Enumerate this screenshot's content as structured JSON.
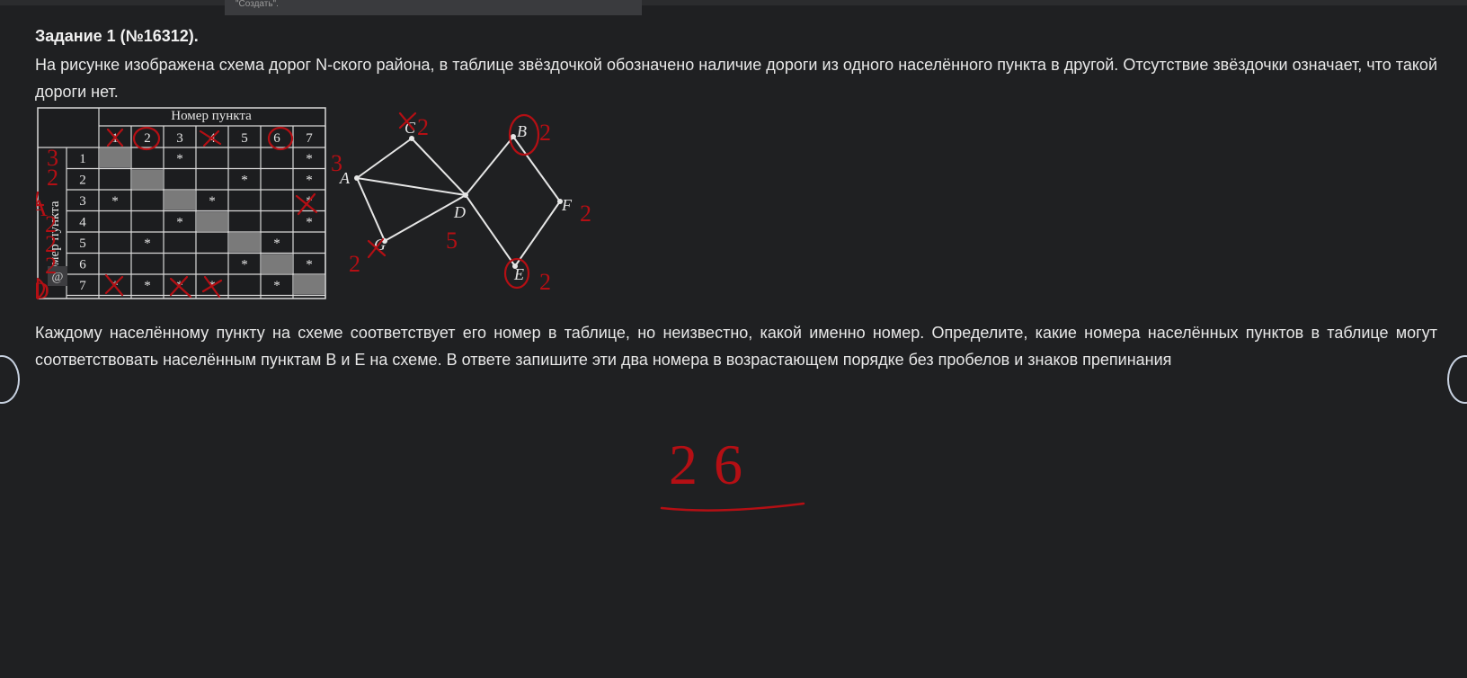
{
  "top_tooltip": "\"Создать\".",
  "task": {
    "title": "Задание 1 (№16312).",
    "intro": "На рисунке изображена схема дорог N-ского района, в таблице звёздочкой обозначено наличие дороги из одного населённого пункта в другой. Отсутствие звёздочки означает, что такой дороги нет.",
    "question": "Каждому населённому пункту на схеме соответствует его номер в таблице, но неизвестно, какой именно номер. Определите, какие номера населённых пунктов в таблице могут соответствовать населённым пунктам В и Е на схеме. В ответе запишите эти два номера в возрастающем порядке без пробелов и знаков препинания"
  },
  "table": {
    "col_header": "Номер пункта",
    "row_header": "Номер пункта",
    "watermark": "@",
    "numbers": [
      "1",
      "2",
      "3",
      "4",
      "5",
      "6",
      "7"
    ],
    "cells": [
      [
        "",
        "",
        "*",
        "",
        "",
        "",
        "*"
      ],
      [
        "",
        "",
        "",
        "",
        "*",
        "",
        "*"
      ],
      [
        "*",
        "",
        "",
        "*",
        "",
        "",
        "*"
      ],
      [
        "",
        "",
        "*",
        "",
        "",
        "",
        "*"
      ],
      [
        "",
        "*",
        "",
        "",
        "",
        "*",
        ""
      ],
      [
        "",
        "",
        "",
        "",
        "*",
        "",
        "*"
      ],
      [
        "*",
        "*",
        "*",
        "*",
        "",
        "*",
        ""
      ]
    ]
  },
  "graph": {
    "nodes": [
      "A",
      "C",
      "B",
      "D",
      "F",
      "G",
      "E"
    ]
  },
  "handwriting": {
    "row_marks": [
      "3",
      "2",
      "A",
      "2",
      "2",
      "2",
      "D"
    ],
    "node_marks": [
      "2",
      "2",
      "3",
      "2",
      "5",
      "2",
      "2"
    ],
    "answer": "26",
    "color": "#b40f14"
  }
}
